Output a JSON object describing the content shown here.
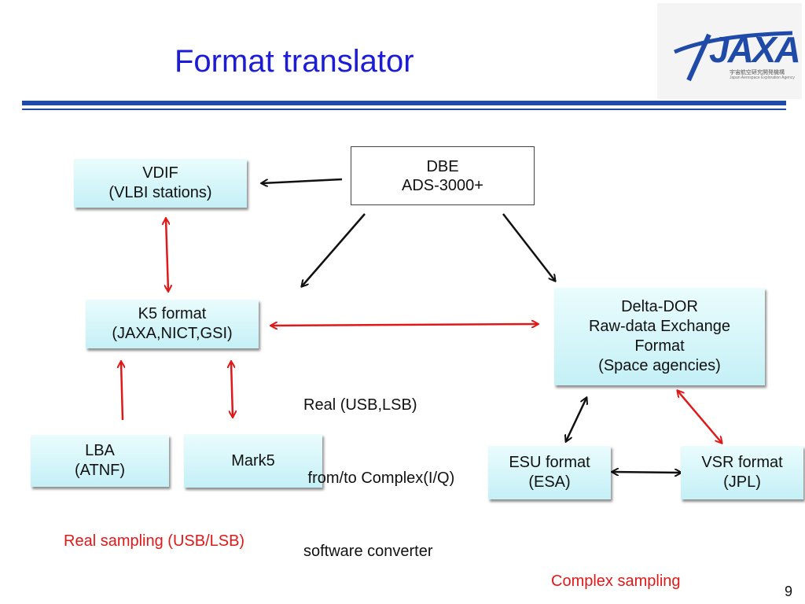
{
  "title": "Format translator",
  "logo": {
    "text": "JAXA",
    "japanese": "宇宙航空研究開発機構",
    "english": "Japan Aerospace Exploration Agency"
  },
  "boxes": {
    "dbe": {
      "line1": "DBE",
      "line2": "ADS-3000+"
    },
    "vdif": {
      "line1": "VDIF",
      "line2": "(VLBI stations)"
    },
    "k5": {
      "line1": "K5 format",
      "line2": "(JAXA,NICT,GSI)"
    },
    "lba": {
      "line1": "LBA",
      "line2": "(ATNF)"
    },
    "mark5": {
      "line1": "Mark5"
    },
    "delta_dor": {
      "line1": "Delta-DOR",
      "line2": "Raw-data Exchange",
      "line3": "Format",
      "line4": "(Space agencies)"
    },
    "esu": {
      "line1": "ESU format",
      "line2": "(ESA)"
    },
    "vsr": {
      "line1": "VSR format",
      "line2": "(JPL)"
    }
  },
  "converter_note": {
    "line1": "Real (USB,LSB)",
    "line2": " from/to Complex(I/Q)",
    "line3": "software converter"
  },
  "labels": {
    "real_sampling": "Real sampling (USB/LSB)",
    "complex_sampling": "Complex sampling"
  },
  "page_number": "9",
  "colors": {
    "title": "#1c1cd8",
    "rule": "#1f4aa8",
    "box_fill_top": "#eafcfd",
    "box_fill_bottom": "#c4f0f6",
    "red": "#e01818",
    "black_arrow": "#111111"
  }
}
